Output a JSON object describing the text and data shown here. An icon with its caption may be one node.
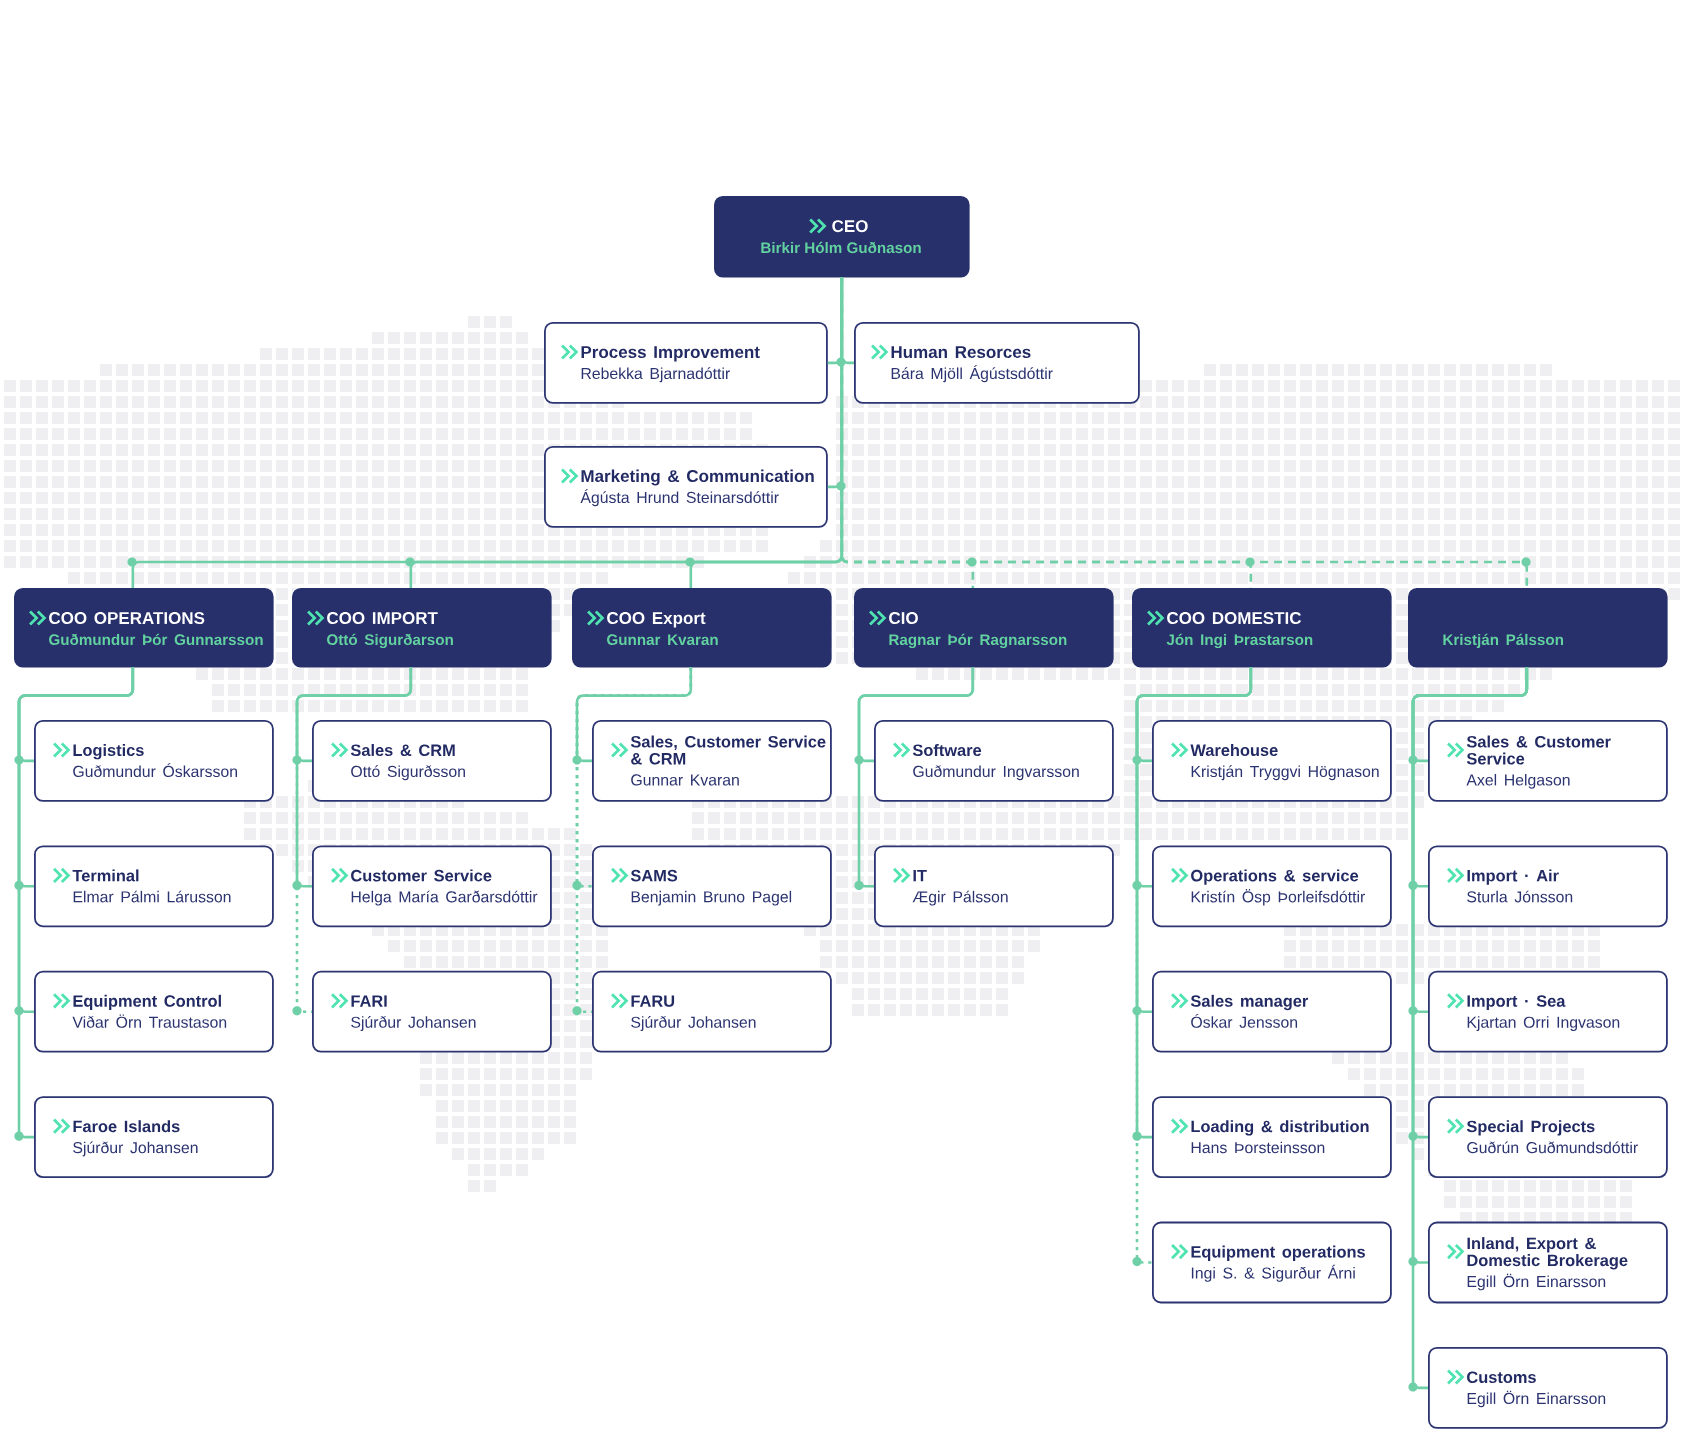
{
  "diagram": {
    "nodes": [
      {
        "text": [
          "CEO",
          "Birkir Hólm Guðnason"
        ]
      },
      {
        "text": [
          "Process Improvement",
          "Rebekka Bjarnadóttir"
        ]
      },
      {
        "text": [
          "Human Resorces",
          "Bára Mjöll Ágústsdóttir"
        ]
      },
      {
        "text": [
          "Marketing & Communication",
          "Ágústa Hrund Steinarsdóttir"
        ]
      },
      {
        "text": [
          "COO OPERATIONS",
          "Guðmundur Þór Gunnarsson"
        ]
      },
      {
        "text": [
          "COO IMPORT",
          "Ottó Sigurðarson"
        ]
      },
      {
        "text": [
          "COO Export",
          "Gunnar Kvaran"
        ]
      },
      {
        "text": [
          "CIO",
          "Ragnar Þór Ragnarsson"
        ]
      },
      {
        "text": [
          "COO DOMESTIC",
          "Jón Ingi Þrastarson"
        ]
      },
      {
        "text": [
          "Kristján Pálsson"
        ]
      },
      {
        "text": [
          "Logistics",
          "Guðmundur Óskarsson"
        ]
      },
      {
        "text": [
          "Terminal",
          "Elmar Pálmi Lárusson"
        ]
      },
      {
        "text": [
          "Equipment Control",
          "Viðar Örn Traustason"
        ]
      },
      {
        "text": [
          "Faroe Islands",
          "Sjúrður Johansen"
        ]
      },
      {
        "text": [
          "Sales & CRM",
          "Ottó Sigurðsson"
        ]
      },
      {
        "text": [
          "Customer Service",
          "Helga María Garðarsdóttir"
        ]
      },
      {
        "text": [
          "FARI",
          "Sjúrður Johansen"
        ]
      },
      {
        "text": [
          "Sales, Customer Service & CRM",
          "Gunnar Kvaran"
        ]
      },
      {
        "text": [
          "SAMS",
          "Benjamin Bruno Pagel"
        ]
      },
      {
        "text": [
          "FARU",
          "Sjúrður Johansen"
        ]
      },
      {
        "text": [
          "Software",
          "Guðmundur Ingvarsson"
        ]
      },
      {
        "text": [
          "IT",
          "Ægir Pálsson"
        ]
      },
      {
        "text": [
          "Warehouse",
          "Kristján Tryggvi Högnason"
        ]
      },
      {
        "text": [
          "Operations & service",
          "Kristín Ösp Þorleifsdóttir"
        ]
      },
      {
        "text": [
          "Sales manager",
          "Óskar Jensson"
        ]
      },
      {
        "text": [
          "Loading & distribution",
          "Hans Þorsteinsson"
        ]
      },
      {
        "text": [
          "Equipment operations",
          "Ingi S. & Sigurður Árni"
        ]
      },
      {
        "text": [
          "Sales & Customer Service",
          "Axel Helgason"
        ]
      },
      {
        "text": [
          "Import · Air",
          "Sturla Jónsson"
        ]
      },
      {
        "text": [
          "Import · Sea",
          "Kjartan Orri Ingvason"
        ]
      },
      {
        "text": [
          "Special Projects",
          "Guðrún Guðmundsdóttir"
        ]
      },
      {
        "text": [
          "Inland, Export & Domestic Brokerage",
          "Egill Örn Einarsson"
        ]
      },
      {
        "text": [
          "Customs",
          "Egill Örn Einarsson"
        ]
      }
    ],
    "edges": [
      {
        "from": 0,
        "to": 1,
        "arrow": "none"
      },
      {
        "from": 0,
        "to": 2,
        "arrow": "none"
      },
      {
        "from": 0,
        "to": 3,
        "arrow": "none"
      },
      {
        "from": 0,
        "to": 4,
        "arrow": "none"
      },
      {
        "from": 0,
        "to": 5,
        "arrow": "none"
      },
      {
        "from": 0,
        "to": 6,
        "arrow": "none"
      },
      {
        "from": 0,
        "to": 7,
        "arrow": "none",
        "style": "dashed"
      },
      {
        "from": 0,
        "to": 8,
        "arrow": "none",
        "style": "dashed"
      },
      {
        "from": 0,
        "to": 9,
        "arrow": "none",
        "style": "dashed"
      },
      {
        "from": 4,
        "to": 10,
        "arrow": "none"
      },
      {
        "from": 4,
        "to": 11,
        "arrow": "none"
      },
      {
        "from": 4,
        "to": 12,
        "arrow": "none"
      },
      {
        "from": 4,
        "to": 13,
        "arrow": "none"
      },
      {
        "from": 5,
        "to": 14,
        "arrow": "none"
      },
      {
        "from": 5,
        "to": 15,
        "arrow": "none"
      },
      {
        "from": 5,
        "to": 16,
        "arrow": "none",
        "style": "dashed"
      },
      {
        "from": 6,
        "to": 17,
        "arrow": "none"
      },
      {
        "from": 6,
        "to": 18,
        "arrow": "none",
        "style": "dashed"
      },
      {
        "from": 6,
        "to": 19,
        "arrow": "none",
        "style": "dashed"
      },
      {
        "from": 7,
        "to": 20,
        "arrow": "none"
      },
      {
        "from": 7,
        "to": 21,
        "arrow": "none"
      },
      {
        "from": 8,
        "to": 22,
        "arrow": "none"
      },
      {
        "from": 8,
        "to": 23,
        "arrow": "none"
      },
      {
        "from": 8,
        "to": 24,
        "arrow": "none"
      },
      {
        "from": 8,
        "to": 25,
        "arrow": "none"
      },
      {
        "from": 8,
        "to": 26,
        "arrow": "none",
        "style": "dashed"
      },
      {
        "from": 9,
        "to": 27,
        "arrow": "none"
      },
      {
        "from": 9,
        "to": 28,
        "arrow": "none"
      },
      {
        "from": 9,
        "to": 29,
        "arrow": "none"
      },
      {
        "from": 9,
        "to": 30,
        "arrow": "none"
      },
      {
        "from": 9,
        "to": 31,
        "arrow": "none"
      },
      {
        "from": 9,
        "to": 32,
        "arrow": "none"
      }
    ]
  }
}
